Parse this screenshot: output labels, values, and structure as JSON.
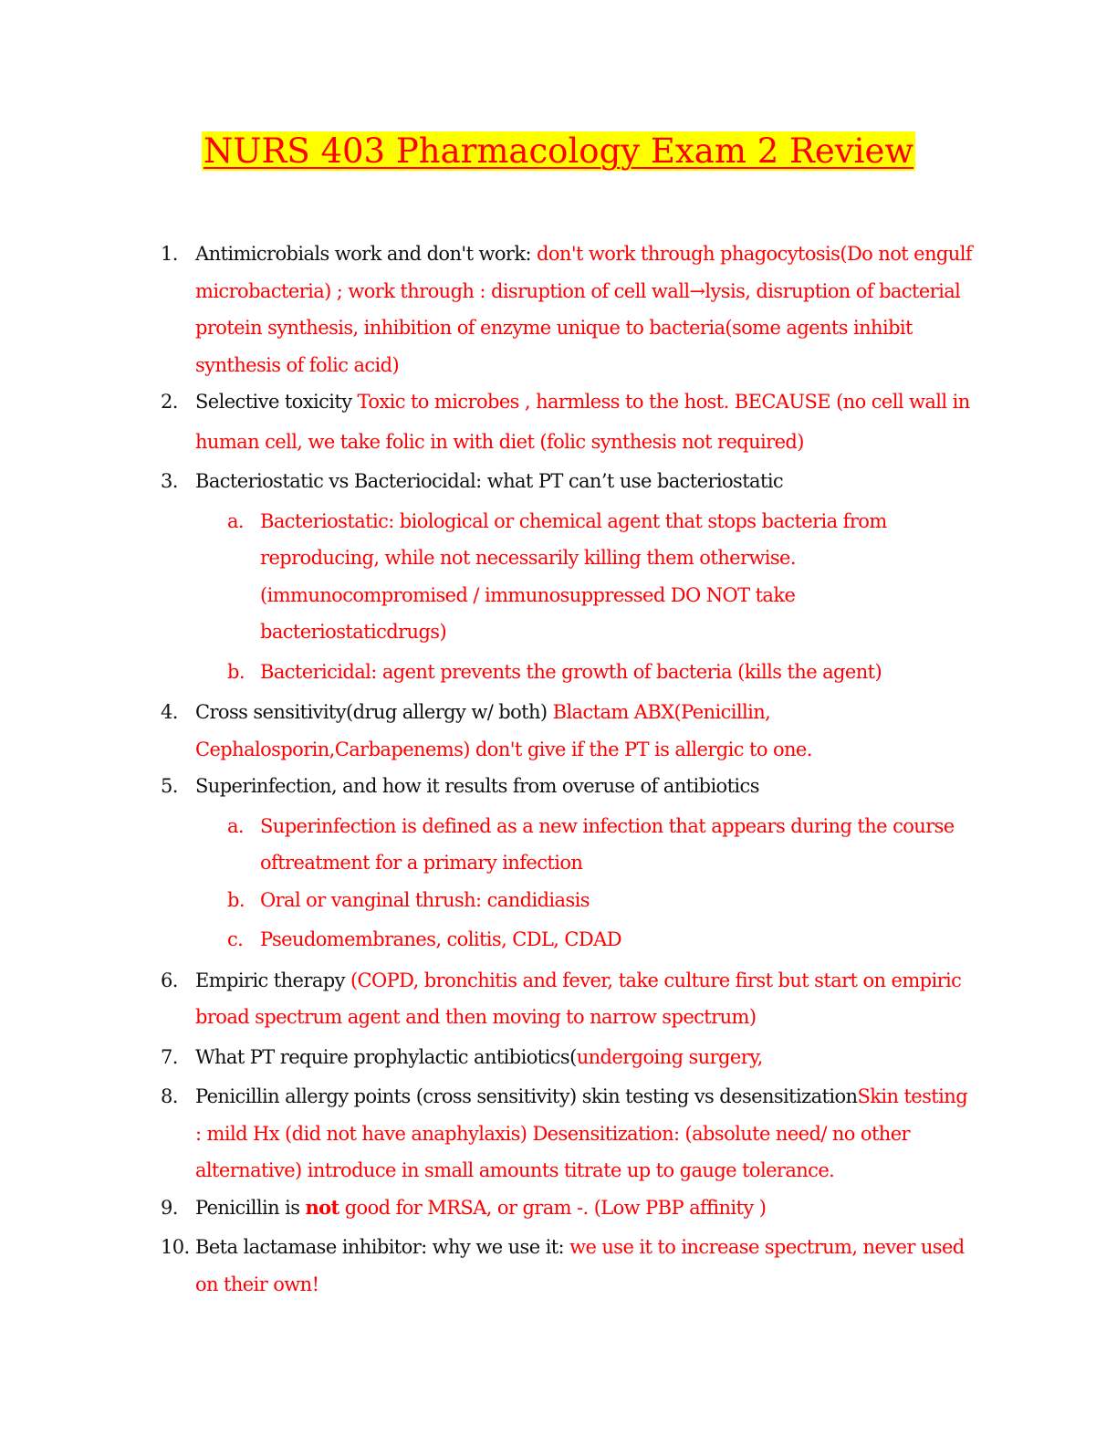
{
  "title": "NURS 403 Pharmacology Exam 2 Review",
  "items": [
    {
      "num": "1.",
      "black": "Antimicrobials work and don't work: ",
      "red": "don't work through phagocytosis(Do not engulf microbacteria) ; work through : disruption of cell wall→lysis, disruption of bacterial protein synthesis, inhibition of enzyme unique to bacteria(some agents inhibit synthesis of folic acid)"
    },
    {
      "num": "2.",
      "black": "Selective toxicity ",
      "red": "Toxic to microbes , harmless to the host. BECAUSE (no cell wall in",
      "red2": "human cell, we take folic in with diet (folic synthesis  not required)"
    },
    {
      "num": "3.",
      "black": "Bacteriostatic vs Bacteriocidal: what PT can’t use bacteriostatic",
      "subs": [
        {
          "num": "a.",
          "red": "Bacteriostatic: biological or chemical agent that stops bacteria from reproducing, while not necessarily killing them otherwise. (immunocompromised / immunosuppressed DO NOT take bacteriostaticdrugs)"
        },
        {
          "num": "b.",
          "red": "Bactericidal: agent prevents the growth of bacteria (kills the agent)"
        }
      ]
    },
    {
      "num": "4.",
      "black": "Cross sensitivity(drug allergy w/ both) ",
      "red": "Blactam ABX(Penicillin, Cephalosporin,Carbapenems) don't give if the PT is allergic to one."
    },
    {
      "num": "5.",
      "black": "Superinfection, and how it results from overuse of antibiotics",
      "subs": [
        {
          "num": "a.",
          "red": "Superinfection is defined as a new infection that appears during the course oftreatment for a primary infection"
        },
        {
          "num": "b.",
          "red": "Oral or vanginal thrush: candidiasis"
        },
        {
          "num": "c.",
          "red": "Pseudomembranes, colitis, CDL, CDAD"
        }
      ]
    },
    {
      "num": "6.",
      "black": "Empiric therapy ",
      "red": "(COPD, bronchitis and fever, take culture first but start on empiric broad spectrum agent and then moving to narrow spectrum)"
    },
    {
      "num": "7.",
      "black": "What PT require prophylactic antibiotics(",
      "red": "undergoing surgery,"
    },
    {
      "num": "8.",
      "black": "Penicillin allergy points (cross sensitivity) skin testing vs desensitization",
      "red": "Skin testing : mild Hx (did not have anaphylaxis) Desensitization: (absolute need/ no other alternative) introduce in small amounts titrate up to gauge tolerance."
    },
    {
      "num": "9.",
      "black": "Penicillin is ",
      "bold": "not",
      "red": " good for MRSA, or gram -. (Low PBP affinity )"
    },
    {
      "num": "10.",
      "black": "Beta lactamase inhibitor: why we use it: ",
      "red": "we use it to increase spectrum, never used on their own!"
    }
  ]
}
